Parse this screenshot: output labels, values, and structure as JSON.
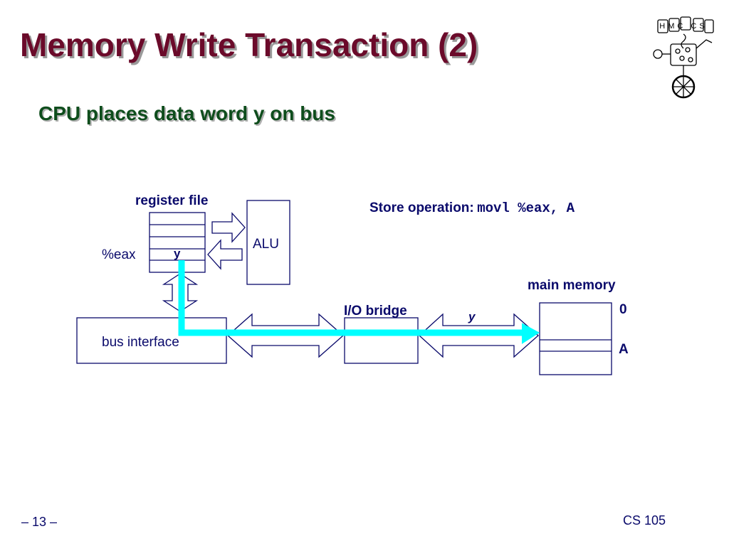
{
  "slide": {
    "title": "Memory Write Transaction (2)",
    "subtitle": "CPU places data word y on bus",
    "page_number": "– 13 –",
    "course": "CS 105"
  },
  "logo": {
    "text": "HMC CS"
  },
  "diagram": {
    "register_file_label": "register file",
    "register_name": "%eax",
    "register_value": "y",
    "alu_label": "ALU",
    "bus_interface_label": "bus interface",
    "io_bridge_label": "I/O bridge",
    "bus_data_label": "y",
    "main_memory_label": "main memory",
    "memory_address_0": "0",
    "memory_address_a": "A",
    "store_operation_label": "Store operation:",
    "store_instruction": "movl %eax, A"
  },
  "colors": {
    "title": "#6b0a2a",
    "subtitle": "#0e4d1c",
    "text": "#0a0a6b",
    "data_path": "#00ffff"
  }
}
